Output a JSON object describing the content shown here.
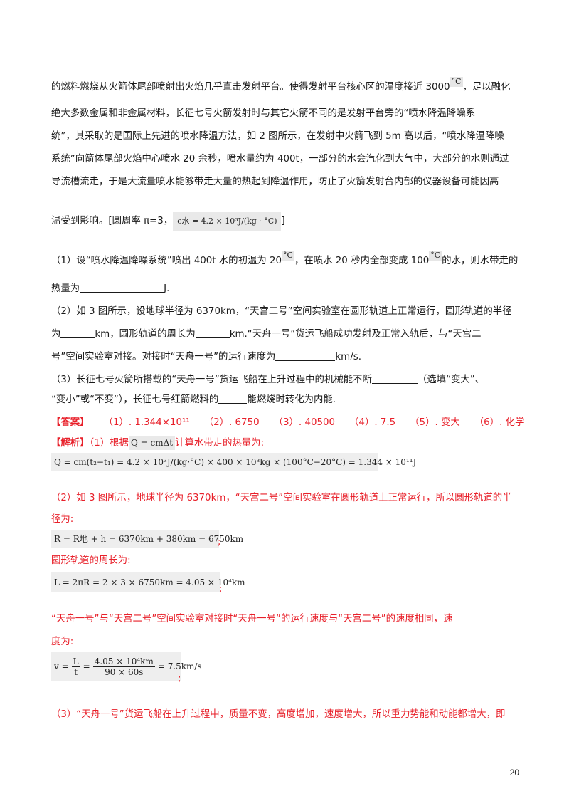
{
  "intro": {
    "line1": "的燃料燃烧从火箭体尾部喷射出火焰几乎直击发射平台。使得发射平台核心区的温度接近 3000",
    "line1_unit": "°C",
    "line1_tail": "，足以融化",
    "line2": "绝大多数金属和非金属材料，长征七号火箭发射时与其它火箭不同的是发射平台旁的“喷水降温降噪系",
    "line3": "统”，其采取的是国际上先进的喷水降温方法，如 2 图所示，在发射中火箭飞到 5m 高以后，“喷水降温降噪",
    "line4": "系统”向箭体尾部火焰中心喷水 20 余秒，喷水量约为 400t，一部分的水会汽化到大气中，大部分的水则通过",
    "line5": "导流槽流走，于是大流量喷水能够带走大量的热起到降温作用，防止了火箭发射台内部的仪器设备可能因高",
    "line6_a": "温受到影响。[圆周率 π=3，",
    "line6_formula": "c水 = 4.2 × 10³J/(kg · °C)",
    "line6_b": "]"
  },
  "q1": {
    "a": "（1）设“喷水降温降噪系统”喷出 400t 水的初温为 20",
    "unit1": "°C",
    "b": "，在喷水 20 秒内全部变成 100",
    "unit2": "°C",
    "c": "的水，则水带走的",
    "d": "热量为",
    "e": "J."
  },
  "q2": {
    "a": "（2）如 3 图所示，设地球半径为 6370km，“天宫二号”空间实验室在圆形轨道上正常运行，圆形轨道的半径",
    "b1": "为",
    "b2": "km，圆形轨道的周长为",
    "b3": "km.“天舟一号”货运飞船成功发射及正常入轨后，与“天宫二",
    "c1": "号”空间实验室对接。对接时“天舟一号”的运行速度为",
    "c2": "km/s."
  },
  "q3": {
    "a1": "（3）长征七号火箭所搭载的“天舟一号”货运飞船在上升过程中的机械能不断",
    "a2": "（选填“变大”、",
    "b1": "“变小”或“不变”），长征七号红箭燃料的",
    "b2": "能燃烧时转化为内能."
  },
  "answer": {
    "label": "【答案】",
    "items": [
      "（1）. 1.344×10¹¹",
      "（2）. 6750",
      "（3）. 40500",
      "（4）. 7.5",
      "（5）. 变大",
      "（6）. 化学"
    ]
  },
  "analysis": {
    "label": "【解析】",
    "l1_a": "（1）根据",
    "l1_formula": "Q = cmΔt",
    "l1_b": "计算水带走的热量为:",
    "f1": "Q = cm(t₂−t₁) = 4.2 × 10³J/(kg·°C) × 400 × 10³kg × (100°C−20°C) = 1.344 × 10¹¹J",
    "l2": "（2）如 3 图所示，地球半径为 6370km，“天宫二号”空间实验室在圆形轨道上正常运行，所以圆形轨道的半",
    "l3": "径为:",
    "f2": "R = R地 + h = 6370km + 380km = 6750km",
    "f2_tail": ";",
    "l4": "圆形轨道的周长为:",
    "f3": "L = 2πR = 2 × 3 × 6750km = 4.05 × 10⁴km",
    "f3_tail": ";",
    "l5": "“天舟一号”与“天宫二号”空间实验室对接时“天舟一号”的运行速度与“天宫二号”的速度相同，速",
    "l6": "度为:",
    "f4_lhs": "v =",
    "f4_frac1_num": "L",
    "f4_frac1_den": "t",
    "f4_eq": "=",
    "f4_frac2_num": "4.05 × 10⁴km",
    "f4_frac2_den": "90 × 60s",
    "f4_rhs": "= 7.5km/s",
    "f4_tail": ";",
    "l7": "（3）“天舟一号”货运飞船在上升过程中，质量不变，高度增加，速度增大，所以重力势能和动能都增大，即"
  },
  "page_number": "20"
}
